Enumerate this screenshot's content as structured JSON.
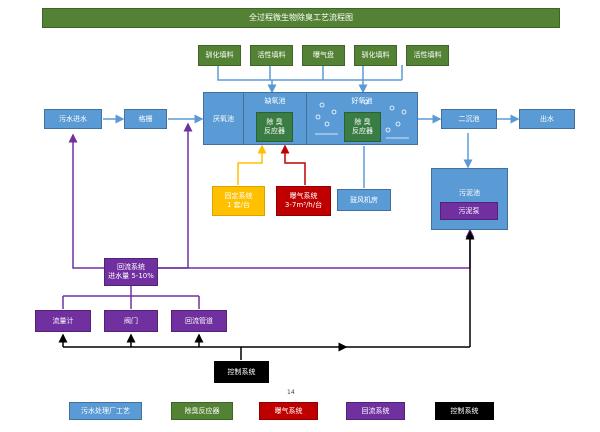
{
  "title": "全过程微生物除臭工艺流程图",
  "page_number": "14",
  "colors": {
    "process_blue": "#5b9bd5",
    "reactor_green": "#548235",
    "aeration_red": "#c00000",
    "fixed_yellow": "#ffc000",
    "return_purple": "#7030a0",
    "control_black": "#000000",
    "title_green": "#548235"
  },
  "media_boxes": [
    "驯化填料",
    "活性填料",
    "曝气盘",
    "驯化填料",
    "活性填料"
  ],
  "process": {
    "inflow": "污水进水",
    "screen": "格栅",
    "anaerobic": "厌氧池",
    "anoxic": "缺氧池",
    "aerobic": "好氧池",
    "secondary_clarifier": "二沉池",
    "outflow": "出水"
  },
  "reactors": {
    "anoxic_reactor": [
      "除 臭",
      "反应器"
    ],
    "aerobic_reactor": [
      "除 臭",
      "反应器"
    ]
  },
  "fixed_system": {
    "line1": "固定系统",
    "line2": "1 套/台"
  },
  "aeration_system": {
    "line1": "曝气系统",
    "line2": "3-7m³/h/台"
  },
  "blower_room": "鼓风机房",
  "sludge": {
    "tank": "污泥池",
    "pump": "污泥泵"
  },
  "return_system": {
    "line1": "回流系统",
    "line2": "进水量 5-10%"
  },
  "return_parts": [
    "流量计",
    "阀门",
    "回流管道"
  ],
  "control_system": "控制系统",
  "legend": [
    {
      "label": "污水处理厂工艺",
      "color": "#5b9bd5"
    },
    {
      "label": "除臭反应器",
      "color": "#548235"
    },
    {
      "label": "曝气系统",
      "color": "#c00000"
    },
    {
      "label": "回流系统",
      "color": "#7030a0"
    },
    {
      "label": "控制系统",
      "color": "#000000"
    }
  ]
}
